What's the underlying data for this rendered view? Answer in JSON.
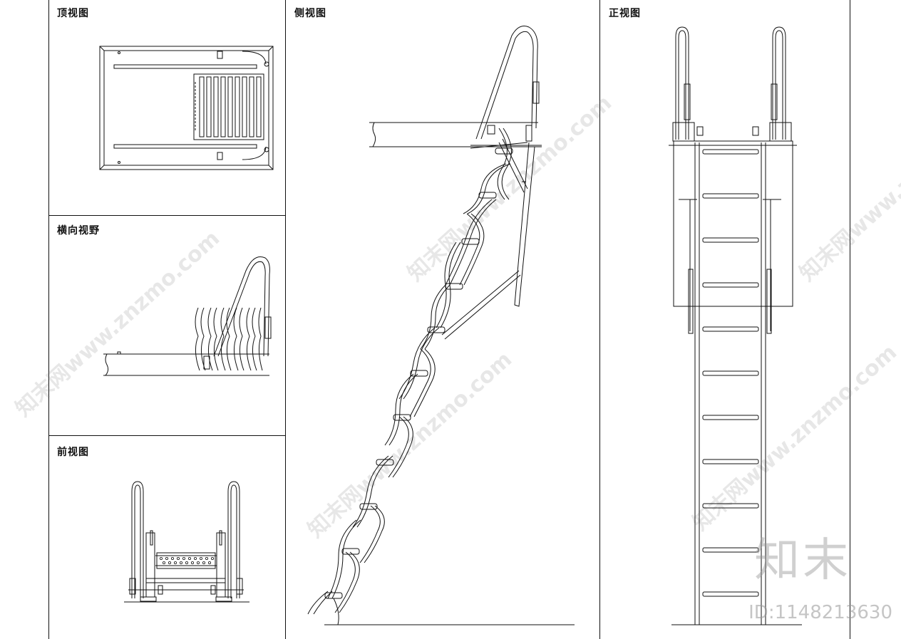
{
  "panels": {
    "top_view": "顶视图",
    "lateral_view": "横向视野",
    "front_view": "前视图",
    "side_view": "侧视图",
    "elevation_view": "正视图"
  },
  "watermark": {
    "text": "知末网www.znzmo.com",
    "logo": "知末",
    "id": "ID:1148213630"
  },
  "colors": {
    "line": "#111111",
    "watermark": "#8a8a8a"
  }
}
